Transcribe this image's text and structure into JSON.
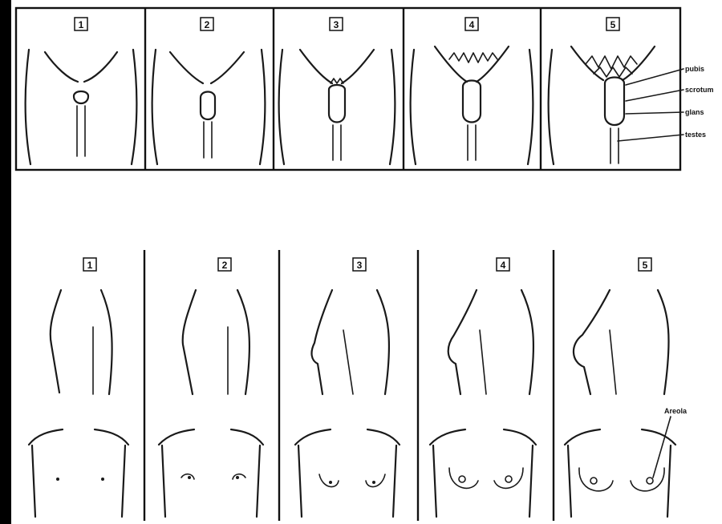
{
  "colors": {
    "background": "#000000",
    "paper": "#ffffff",
    "ink": "#1a1a1a"
  },
  "top_panel": {
    "stages": [
      {
        "number": "1"
      },
      {
        "number": "2"
      },
      {
        "number": "3"
      },
      {
        "number": "4"
      },
      {
        "number": "5"
      }
    ],
    "callouts": [
      {
        "label": "pubis"
      },
      {
        "label": "scrotum"
      },
      {
        "label": "glans"
      },
      {
        "label": "testes"
      }
    ]
  },
  "bottom_panel": {
    "stages": [
      {
        "number": "1"
      },
      {
        "number": "2"
      },
      {
        "number": "3"
      },
      {
        "number": "4"
      },
      {
        "number": "5"
      }
    ],
    "callouts": [
      {
        "label": "Areola"
      }
    ]
  }
}
